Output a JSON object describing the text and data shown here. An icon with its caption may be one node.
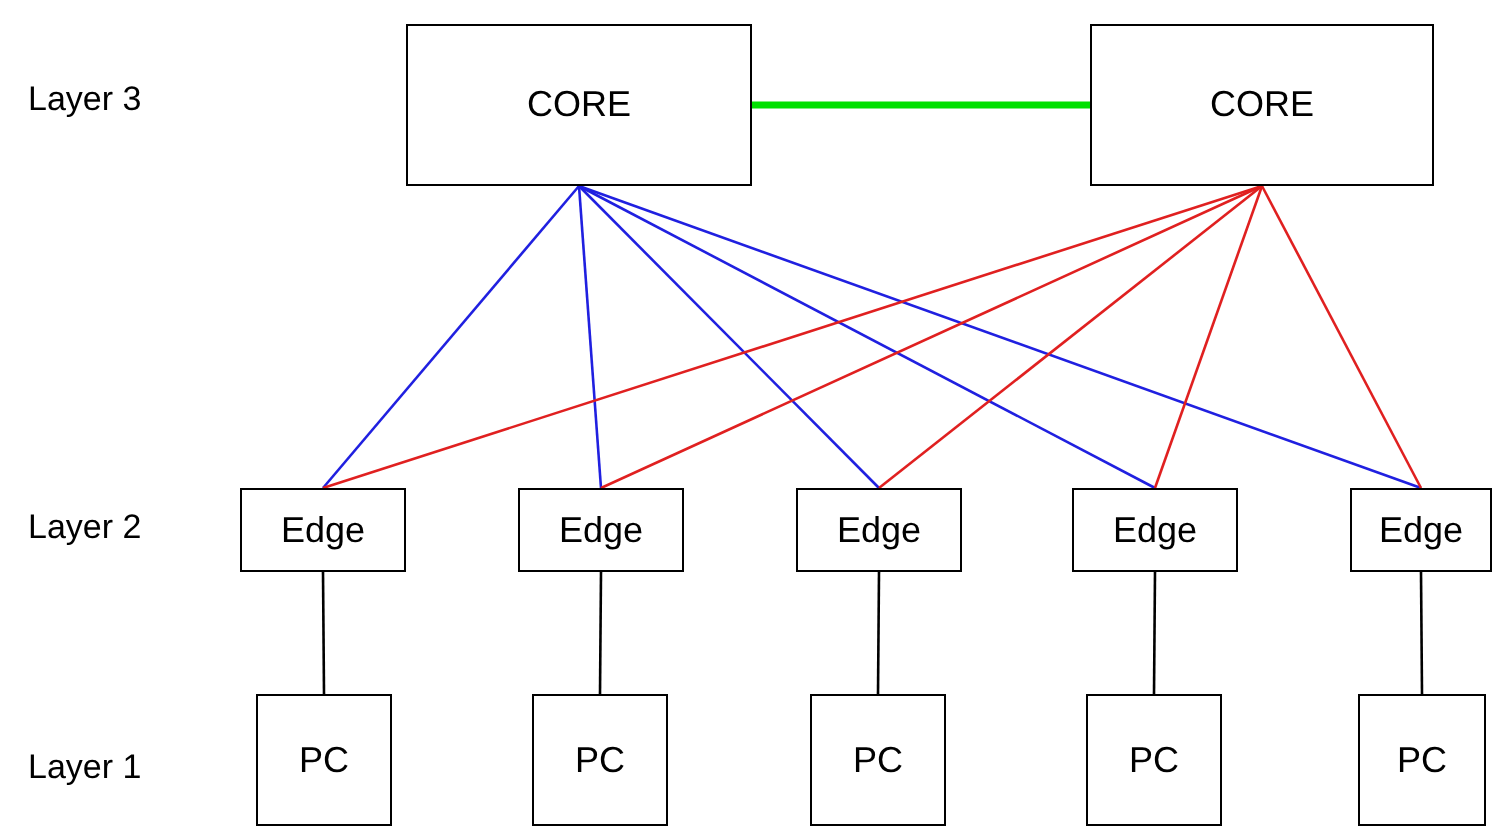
{
  "diagram": {
    "nodes": [
      {
        "text": [
          "CORE"
        ]
      },
      {
        "text": [
          "CORE"
        ]
      },
      {
        "text": [
          "Edge"
        ]
      },
      {
        "text": [
          "Edge"
        ]
      },
      {
        "text": [
          "Edge"
        ]
      },
      {
        "text": [
          "Edge"
        ]
      },
      {
        "text": [
          "Edge"
        ]
      },
      {
        "text": [
          "PC"
        ]
      },
      {
        "text": [
          "PC"
        ]
      },
      {
        "text": [
          "PC"
        ]
      },
      {
        "text": [
          "PC"
        ]
      },
      {
        "text": [
          "PC"
        ]
      }
    ],
    "edges": [
      {
        "from": 0,
        "to": 1,
        "arrow": "none",
        "style": "thick",
        "color": "#00e000"
      },
      {
        "from": 0,
        "to": 2,
        "arrow": "none",
        "color": "#2020e0"
      },
      {
        "from": 0,
        "to": 3,
        "arrow": "none",
        "color": "#2020e0"
      },
      {
        "from": 0,
        "to": 4,
        "arrow": "none",
        "color": "#2020e0"
      },
      {
        "from": 0,
        "to": 5,
        "arrow": "none",
        "color": "#2020e0"
      },
      {
        "from": 0,
        "to": 6,
        "arrow": "none",
        "color": "#2020e0"
      },
      {
        "from": 1,
        "to": 2,
        "arrow": "none",
        "color": "#e02020"
      },
      {
        "from": 1,
        "to": 3,
        "arrow": "none",
        "color": "#e02020"
      },
      {
        "from": 1,
        "to": 4,
        "arrow": "none",
        "color": "#e02020"
      },
      {
        "from": 1,
        "to": 5,
        "arrow": "none",
        "color": "#e02020"
      },
      {
        "from": 1,
        "to": 6,
        "arrow": "none",
        "color": "#e02020"
      },
      {
        "from": 2,
        "to": 7,
        "arrow": "none",
        "color": "#000000"
      },
      {
        "from": 3,
        "to": 8,
        "arrow": "none",
        "color": "#000000"
      },
      {
        "from": 4,
        "to": 9,
        "arrow": "none",
        "color": "#000000"
      },
      {
        "from": 5,
        "to": 10,
        "arrow": "none",
        "color": "#000000"
      },
      {
        "from": 6,
        "to": 11,
        "arrow": "none",
        "color": "#000000"
      }
    ],
    "labels": [
      "Layer 3",
      "Layer 2",
      "Layer 1"
    ]
  }
}
